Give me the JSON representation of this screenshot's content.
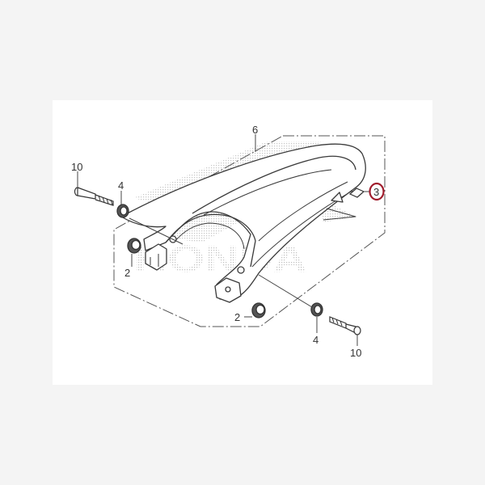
{
  "diagram": {
    "type": "exploded-parts-diagram",
    "subject": "rear seat cowl assembly",
    "watermark": "HONDA",
    "colors": {
      "background": "#f4f4f4",
      "panel": "#ffffff",
      "line": "#444444",
      "label": "#333333",
      "highlight": "#a01c2c"
    },
    "callouts": [
      {
        "id": "label-6",
        "text": "6",
        "part": "seat cowl"
      },
      {
        "id": "label-10-left",
        "text": "10",
        "part": "bolt"
      },
      {
        "id": "label-4-left",
        "text": "4",
        "part": "collar / rubber"
      },
      {
        "id": "label-2-left",
        "text": "2",
        "part": "grommet"
      },
      {
        "id": "label-2-right",
        "text": "2",
        "part": "grommet"
      },
      {
        "id": "label-4-right",
        "text": "4",
        "part": "collar / rubber"
      },
      {
        "id": "label-10-right",
        "text": "10",
        "part": "bolt"
      },
      {
        "id": "label-3",
        "text": "3",
        "part": "cushion pad",
        "highlighted": true
      }
    ]
  }
}
